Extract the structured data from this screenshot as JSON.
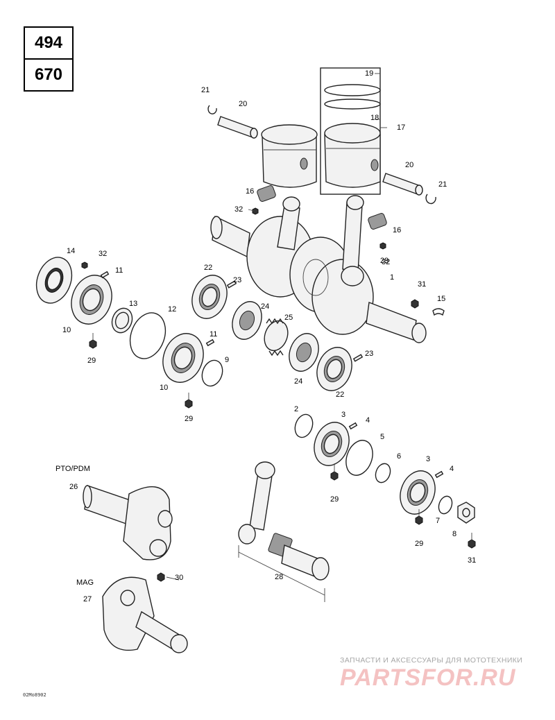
{
  "models": [
    "494",
    "670"
  ],
  "callouts": [
    "1",
    "2",
    "3",
    "3",
    "4",
    "4",
    "5",
    "6",
    "7",
    "8",
    "9",
    "10",
    "10",
    "11",
    "11",
    "12",
    "13",
    "14",
    "15",
    "16",
    "16",
    "17",
    "18",
    "19",
    "20",
    "20",
    "21",
    "21",
    "22",
    "22",
    "23",
    "23",
    "24",
    "24",
    "25",
    "26",
    "27",
    "28",
    "29",
    "29",
    "29",
    "29",
    "29",
    "30",
    "31",
    "31",
    "32",
    "32",
    "32"
  ],
  "sections": {
    "pto": "PTO/PDM",
    "mag": "MAG"
  },
  "reference": "02Mo8902",
  "watermark": {
    "line1": "ЗАПЧАСТИ И АКСЕССУАРЫ ДЛЯ МОТОТЕХНИКИ",
    "logo": "PARTSFOR.RU"
  }
}
